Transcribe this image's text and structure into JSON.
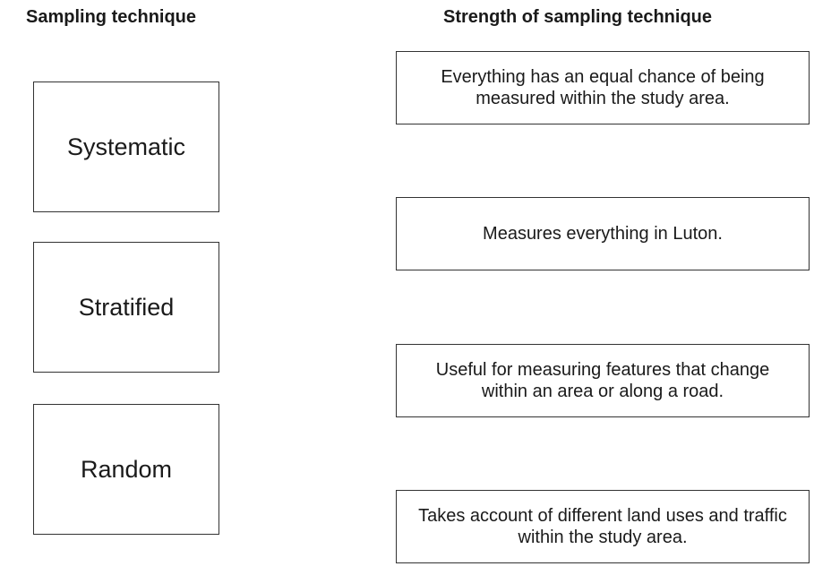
{
  "headings": {
    "left": "Sampling technique",
    "right": "Strength of sampling technique"
  },
  "techniques": [
    {
      "label": "Systematic"
    },
    {
      "label": "Stratified"
    },
    {
      "label": "Random"
    }
  ],
  "strengths": [
    {
      "text": "Everything has an equal chance of being measured within the study area."
    },
    {
      "text": "Measures everything in Luton."
    },
    {
      "text": "Useful for measuring features that change within an area or along a road."
    },
    {
      "text": "Takes account of different land uses and traffic within the study area."
    }
  ]
}
